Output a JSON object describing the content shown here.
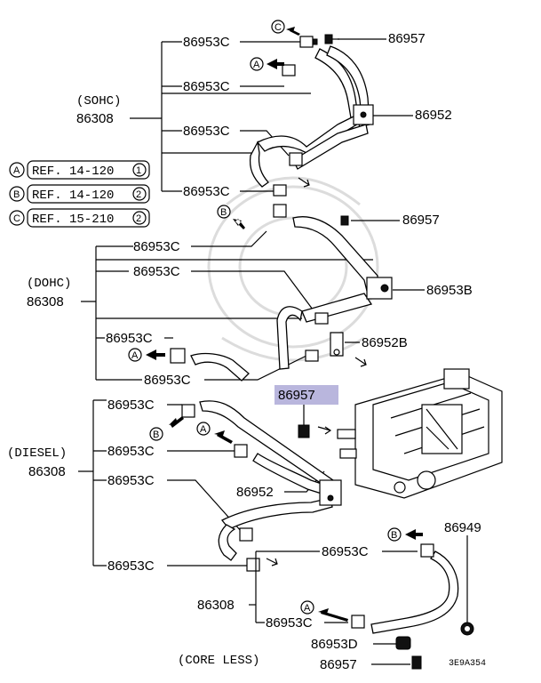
{
  "groups": {
    "sohc": "(SOHC)",
    "dohc": "(DOHC)",
    "diesel": "(DIESEL)",
    "core_less": "(CORE LESS)"
  },
  "assembly_number": "86308",
  "refs": [
    {
      "letter": "A",
      "text": "REF. 14-120",
      "page": "1"
    },
    {
      "letter": "B",
      "text": "REF. 14-120",
      "page": "2"
    },
    {
      "letter": "C",
      "text": "REF. 15-210",
      "page": "2"
    }
  ],
  "parts": {
    "clamp": "86953C",
    "screw": "86957",
    "bracket": "86952",
    "bracket_b": "86952B",
    "clamp_b": "86953B",
    "clamp_d": "86953D",
    "cap": "86949"
  },
  "highlighted_part": "86957",
  "diagram_code": "3E9A354",
  "circle_letters": {
    "a": "A",
    "b": "B",
    "c": "C"
  }
}
